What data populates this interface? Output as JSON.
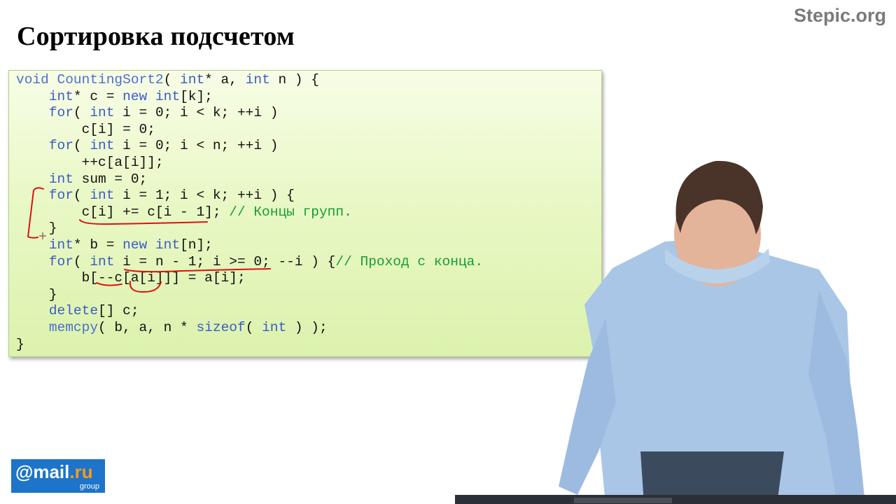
{
  "slide": {
    "title": "Сортировка подсчетом",
    "brand": "Stepic.org"
  },
  "code": {
    "lines": [
      [
        {
          "t": "void CountingSort2",
          "c": "fn"
        },
        {
          "t": "( ",
          "c": ""
        },
        {
          "t": "int",
          "c": "kw"
        },
        {
          "t": "* a, ",
          "c": ""
        },
        {
          "t": "int",
          "c": "kw"
        },
        {
          "t": " n ) {",
          "c": ""
        }
      ],
      [
        {
          "t": "    ",
          "c": ""
        },
        {
          "t": "int",
          "c": "kw"
        },
        {
          "t": "* c = ",
          "c": ""
        },
        {
          "t": "new int",
          "c": "kw"
        },
        {
          "t": "[k];",
          "c": ""
        }
      ],
      [
        {
          "t": "    ",
          "c": ""
        },
        {
          "t": "for",
          "c": "kw"
        },
        {
          "t": "( ",
          "c": ""
        },
        {
          "t": "int",
          "c": "kw"
        },
        {
          "t": " i = 0; i < k; ++i )",
          "c": ""
        }
      ],
      [
        {
          "t": "        c[i] = 0;",
          "c": ""
        }
      ],
      [
        {
          "t": "    ",
          "c": ""
        },
        {
          "t": "for",
          "c": "kw"
        },
        {
          "t": "( ",
          "c": ""
        },
        {
          "t": "int",
          "c": "kw"
        },
        {
          "t": " i = 0; i < n; ++i )",
          "c": ""
        }
      ],
      [
        {
          "t": "        ++c[a[i]];",
          "c": ""
        }
      ],
      [
        {
          "t": "    ",
          "c": ""
        },
        {
          "t": "int",
          "c": "kw"
        },
        {
          "t": " sum = 0;",
          "c": ""
        }
      ],
      [
        {
          "t": "    ",
          "c": ""
        },
        {
          "t": "for",
          "c": "kw"
        },
        {
          "t": "( ",
          "c": ""
        },
        {
          "t": "int",
          "c": "kw"
        },
        {
          "t": " i = 1; i < k; ++i ) {",
          "c": ""
        }
      ],
      [
        {
          "t": "        c[i] += c[i - 1]; ",
          "c": ""
        },
        {
          "t": "// Концы групп.",
          "c": "cm"
        }
      ],
      [
        {
          "t": "    }",
          "c": ""
        }
      ],
      [
        {
          "t": "    ",
          "c": ""
        },
        {
          "t": "int",
          "c": "kw"
        },
        {
          "t": "* b = ",
          "c": ""
        },
        {
          "t": "new int",
          "c": "kw"
        },
        {
          "t": "[n];",
          "c": ""
        }
      ],
      [
        {
          "t": "    ",
          "c": ""
        },
        {
          "t": "for",
          "c": "kw"
        },
        {
          "t": "( ",
          "c": ""
        },
        {
          "t": "int",
          "c": "kw"
        },
        {
          "t": " i = n - 1; i >= 0; --i ) {",
          "c": ""
        },
        {
          "t": "// Проход с конца.",
          "c": "cm"
        }
      ],
      [
        {
          "t": "        b[--c[a[i]]] = a[i];",
          "c": ""
        }
      ],
      [
        {
          "t": "    }",
          "c": ""
        }
      ],
      [
        {
          "t": "    ",
          "c": ""
        },
        {
          "t": "delete",
          "c": "kw"
        },
        {
          "t": "[] c;",
          "c": ""
        }
      ],
      [
        {
          "t": "    ",
          "c": ""
        },
        {
          "t": "memcpy",
          "c": "fn"
        },
        {
          "t": "( b, a, n * ",
          "c": ""
        },
        {
          "t": "sizeof",
          "c": "kw"
        },
        {
          "t": "( ",
          "c": ""
        },
        {
          "t": "int",
          "c": "kw"
        },
        {
          "t": " ) );",
          "c": ""
        }
      ],
      [
        {
          "t": "}",
          "c": ""
        }
      ]
    ]
  },
  "logo": {
    "main": "@mail",
    "suffix": ".ru",
    "sub": "group"
  },
  "colors": {
    "keyword": "#3b5bc8",
    "comment": "#149e32",
    "annotation": "#e01010",
    "code_bg": "#e9f8c6",
    "logo_bg": "#1d74c9",
    "brand": "#7a7a7a"
  }
}
